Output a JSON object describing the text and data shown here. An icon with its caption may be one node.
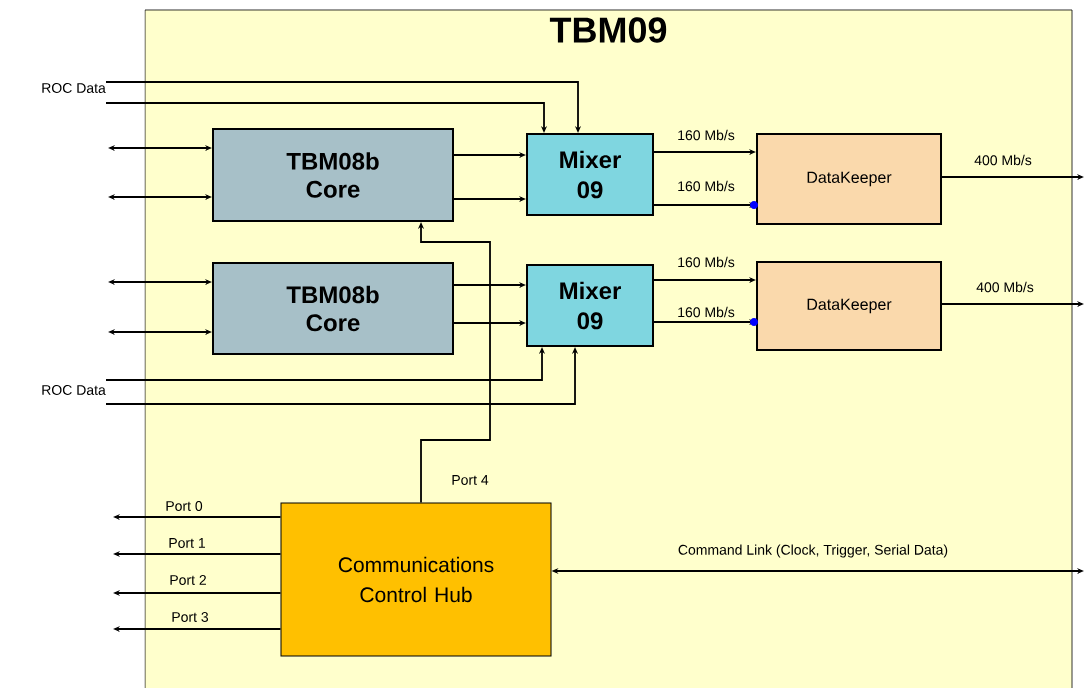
{
  "diagram": {
    "nodes": [
      {
        "text": [
          "TBM09"
        ]
      },
      {
        "text": [
          "TBM08b Core"
        ],
        "in": 0
      },
      {
        "text": [
          "Mixer 09"
        ],
        "in": 0
      },
      {
        "text": [
          "DataKeeper"
        ],
        "in": 0
      },
      {
        "text": [
          "TBM08b Core"
        ],
        "in": 0
      },
      {
        "text": [
          "Mixer 09"
        ],
        "in": 0
      },
      {
        "text": [
          "DataKeeper"
        ],
        "in": 0
      },
      {
        "text": [
          "Communications Control Hub"
        ],
        "in": 0
      },
      {
        "text": [
          "ROC Data"
        ]
      },
      {
        "text": [
          "ROC Data"
        ]
      }
    ],
    "edges": [
      {
        "from": null,
        "to": 1,
        "arrow": "both"
      },
      {
        "from": null,
        "to": 1,
        "arrow": "both"
      },
      {
        "from": null,
        "to": 4,
        "arrow": "both"
      },
      {
        "from": null,
        "to": 4,
        "arrow": "both"
      },
      {
        "from": 8,
        "to": 2,
        "arrow": "to"
      },
      {
        "from": 8,
        "to": 2,
        "arrow": "to"
      },
      {
        "from": 9,
        "to": 5,
        "arrow": "to"
      },
      {
        "from": 9,
        "to": 5,
        "arrow": "to"
      },
      {
        "from": 1,
        "to": 2,
        "arrow": "to"
      },
      {
        "from": 1,
        "to": 2,
        "arrow": "to"
      },
      {
        "from": 4,
        "to": 5,
        "arrow": "to"
      },
      {
        "from": 4,
        "to": 5,
        "arrow": "to"
      },
      {
        "from": 2,
        "to": 3,
        "arrow": "to",
        "label": "160 Mb/s"
      },
      {
        "from": 2,
        "to": 3,
        "arrow": "to",
        "label": "160 Mb/s"
      },
      {
        "from": 5,
        "to": 6,
        "arrow": "to",
        "label": "160 Mb/s"
      },
      {
        "from": 5,
        "to": 6,
        "arrow": "to",
        "label": "160 Mb/s"
      },
      {
        "from": 3,
        "to": null,
        "arrow": "to",
        "label": "400 Mb/s"
      },
      {
        "from": 6,
        "to": null,
        "arrow": "to",
        "label": "400 Mb/s"
      },
      {
        "from": 7,
        "to": 1,
        "arrow": "to",
        "label": "Port 4"
      },
      {
        "from": 7,
        "to": null,
        "arrow": "to",
        "label": "Port 0"
      },
      {
        "from": 7,
        "to": null,
        "arrow": "to",
        "label": "Port 1"
      },
      {
        "from": 7,
        "to": null,
        "arrow": "to",
        "label": "Port 2"
      },
      {
        "from": 7,
        "to": null,
        "arrow": "to",
        "label": "Port 3"
      },
      {
        "from": 7,
        "to": null,
        "arrow": "both",
        "label": "Command Link (Clock, Trigger, Serial Data)"
      }
    ]
  }
}
